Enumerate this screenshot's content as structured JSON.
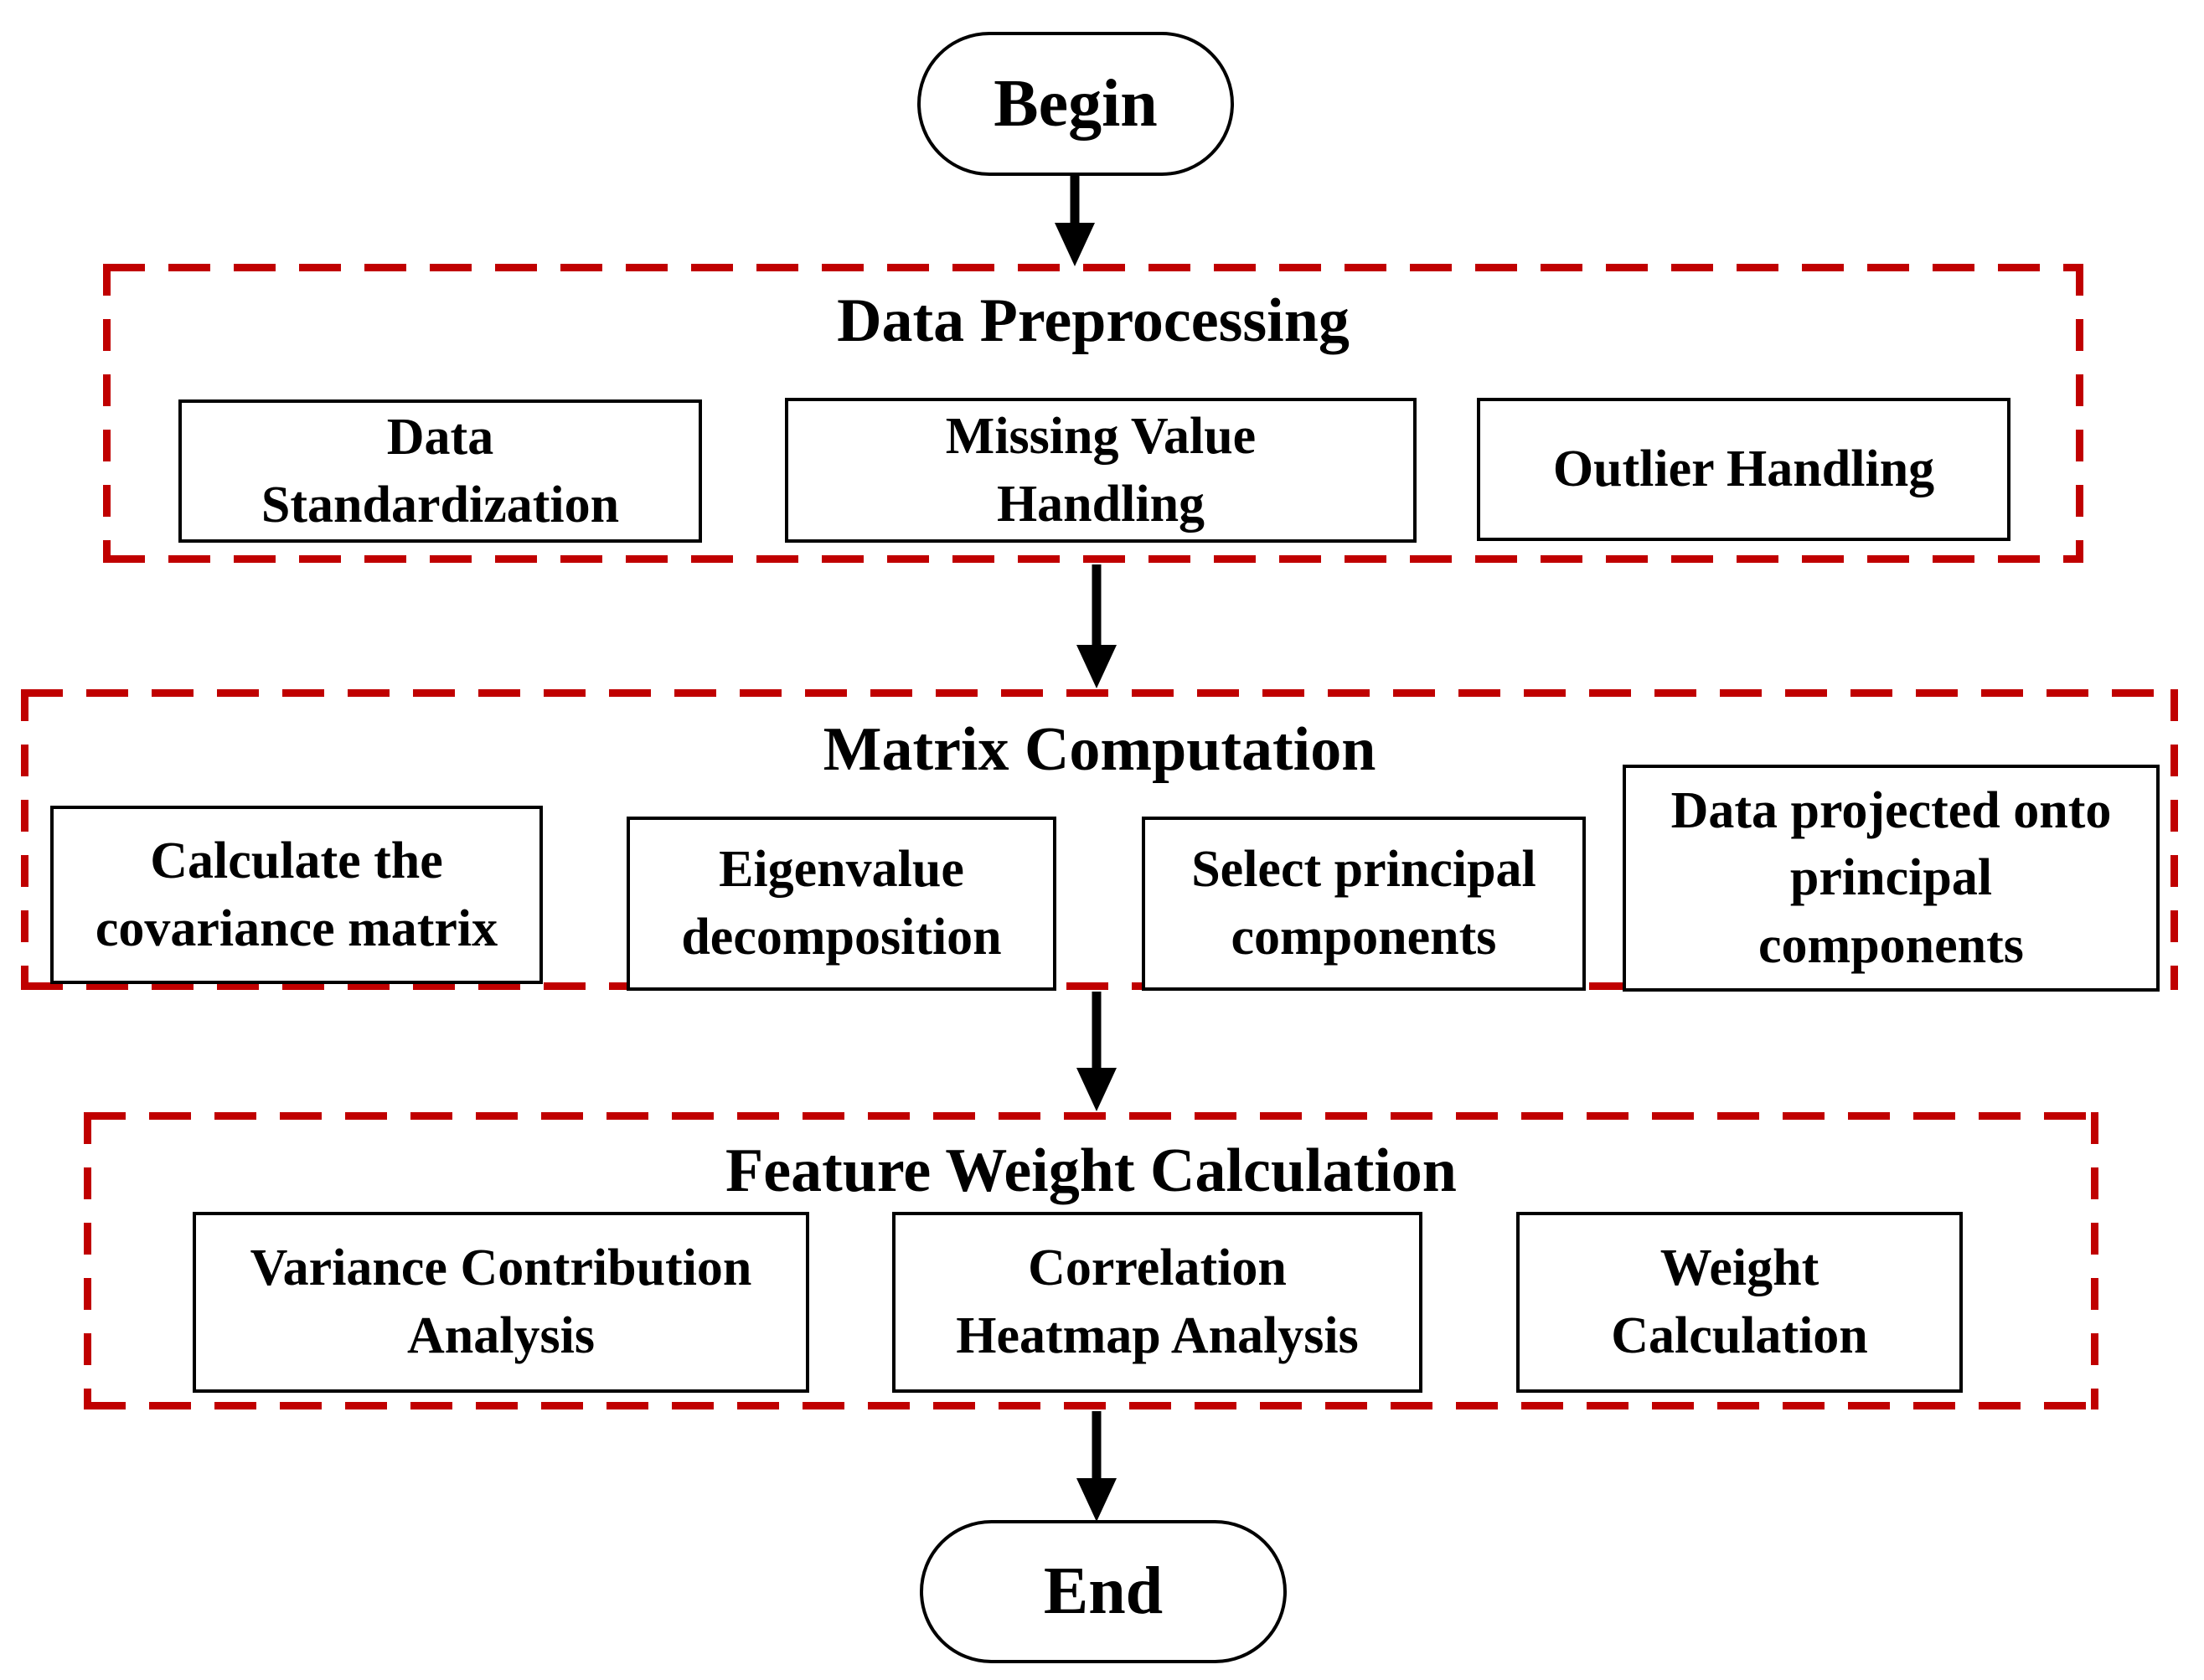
{
  "diagram": {
    "begin": {
      "label": "Begin"
    },
    "end": {
      "label": "End"
    },
    "colors": {
      "frame_red": "#c00000",
      "ink": "#000000",
      "background": "#ffffff"
    },
    "sections": [
      {
        "title": "Data Preprocessing",
        "steps": [
          {
            "label": "Data\nStandardization"
          },
          {
            "label": "Missing Value\nHandling"
          },
          {
            "label": "Outlier Handling"
          }
        ]
      },
      {
        "title": "Matrix Computation",
        "steps": [
          {
            "label": "Calculate the\ncovariance matrix"
          },
          {
            "label": "Eigenvalue\ndecomposition"
          },
          {
            "label": "Select principal\ncomponents"
          },
          {
            "label": "Data projected onto\nprincipal\ncomponents"
          }
        ]
      },
      {
        "title": "Feature Weight Calculation",
        "steps": [
          {
            "label": "Variance Contribution\nAnalysis"
          },
          {
            "label": "Correlation\nHeatmap Analysis"
          },
          {
            "label": "Weight\nCalculation"
          }
        ]
      }
    ]
  }
}
